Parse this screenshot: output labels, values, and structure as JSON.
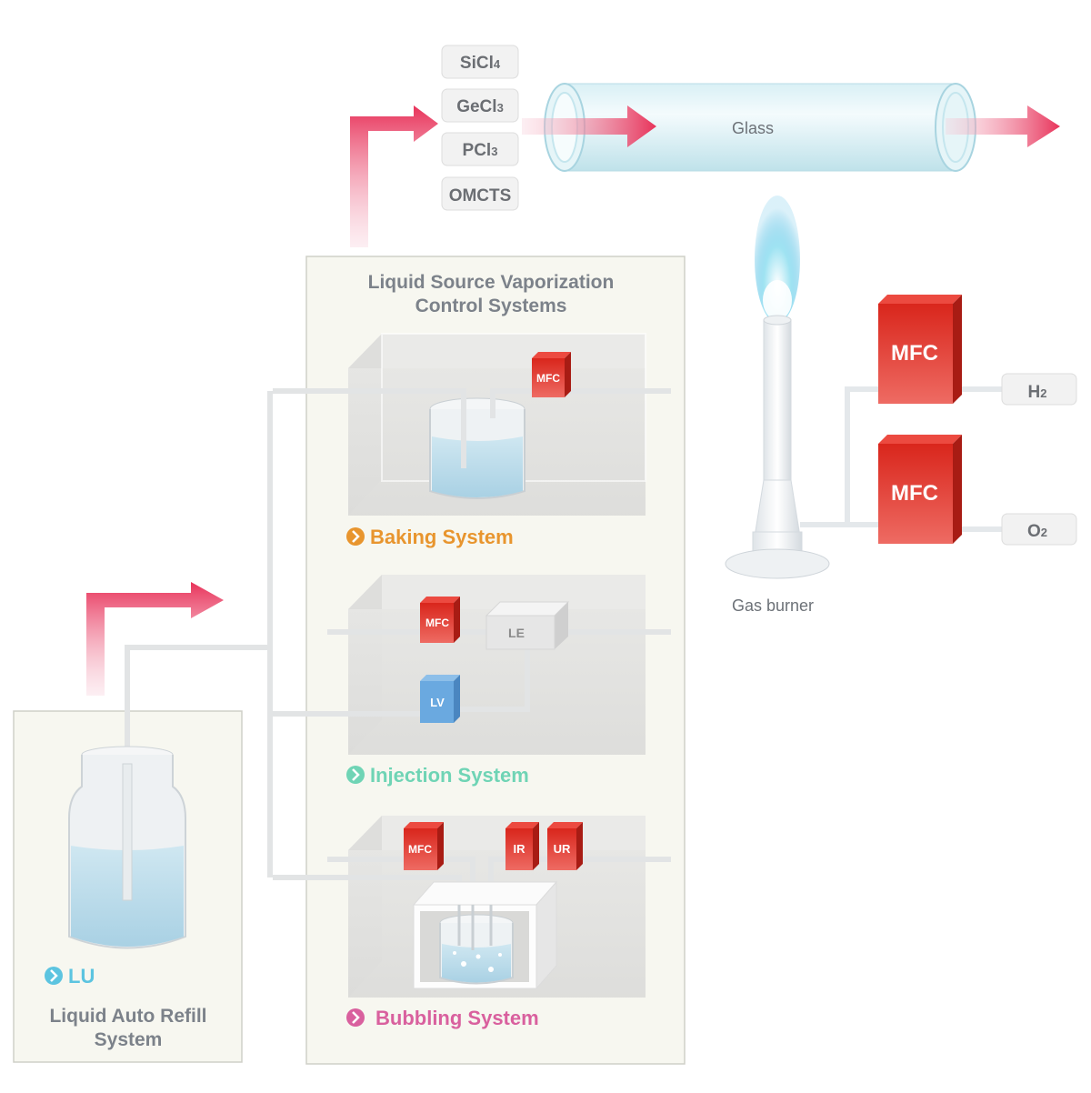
{
  "chemicals": [
    "SiCl4",
    "GeCl3",
    "PCl3",
    "OMCTS"
  ],
  "glass_label": "Glass",
  "burner_label": "Gas burner",
  "vaporization_panel": {
    "title_line1": "Liquid Source Vaporization",
    "title_line2": "Control Systems"
  },
  "systems": {
    "baking": "Baking System",
    "injection": "Injection System",
    "bubbling": "Bubbling System"
  },
  "refill_panel": {
    "lu_label": "LU",
    "title_line1": "Liquid Auto Refill",
    "title_line2": "System"
  },
  "components": {
    "mfc": "MFC",
    "le": "LE",
    "lv": "LV",
    "ir": "IR",
    "ur": "UR"
  },
  "gases": {
    "h2": "H2",
    "o2": "O2"
  },
  "colors": {
    "mfc_red": "#d9261c",
    "arrow_pink": "#e8335a",
    "baking_orange": "#e8952e",
    "injection_green": "#6fd4b5",
    "bubbling_pink": "#d9609e",
    "lu_blue": "#5cc4e0",
    "lv_blue": "#6aa9e0"
  }
}
